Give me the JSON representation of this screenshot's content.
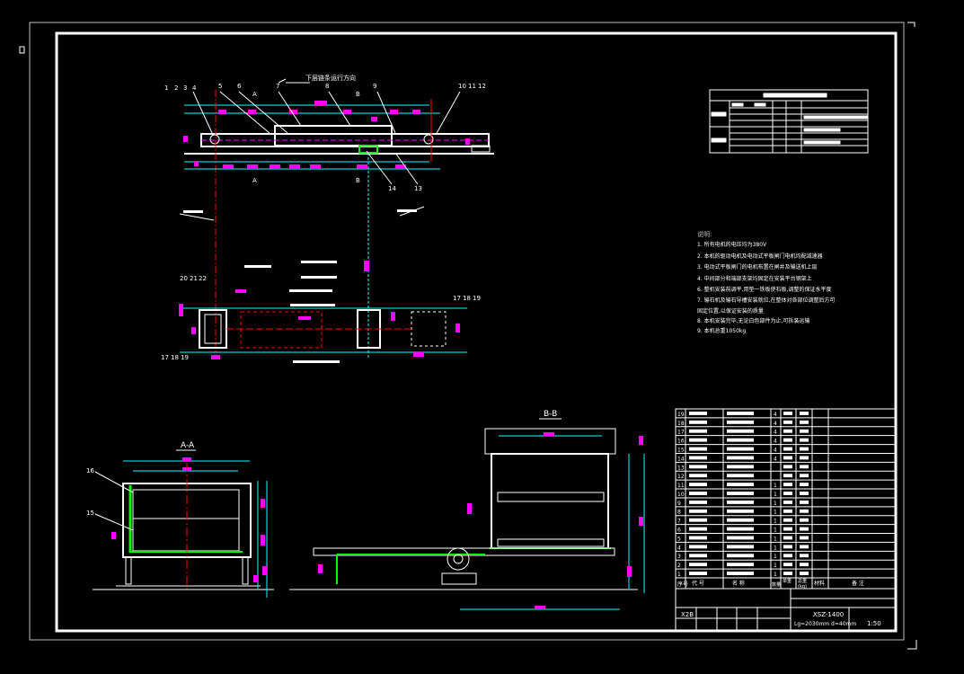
{
  "drawing": {
    "top_view": {
      "direction_note": "下层链条运行方向",
      "balloons": [
        "1",
        "2",
        "3",
        "4",
        "5",
        "6",
        "7",
        "8",
        "9",
        "10",
        "11",
        "12",
        "13",
        "14"
      ],
      "section_marks": [
        "A",
        "A",
        "B",
        "B"
      ]
    },
    "plan_view": {
      "balloons_left": [
        "20",
        "21",
        "22"
      ],
      "balloons_bottom_left": [
        "17",
        "18",
        "19"
      ],
      "balloons_right": [
        "17",
        "18",
        "19"
      ]
    },
    "section_aa": {
      "title": "A-A",
      "balloons": [
        "16",
        "15"
      ]
    },
    "section_bb": {
      "title": "B-B"
    },
    "notes": {
      "heading": "说明:",
      "items": [
        "1. 所有电机的电压均为380V",
        "2. 本机的驱动电机及电动式平板闸门电机均配减速器",
        "3. 电动式平板闸门的电机布置在闸井及输送机上层",
        "4. 中间部分和端部支架均固定在安装平台钢架上",
        "6. 整机安装前调平,用垫一铁板使石板,调整的保证水平度",
        "7. 输石机及输石导槽安装就位,在整体对各部位调整后方可",
        "   固定位置,以保证安装的质量",
        "8. 本机安装完毕,无论白色部件为止,可拆装运输",
        "9. 本机总重1050kg"
      ]
    },
    "parts_list": {
      "headers": [
        "序号",
        "代 号",
        "名 称",
        "数量",
        "单重",
        "总重",
        "材料",
        "备 注"
      ],
      "unit": "(kg)",
      "rows": [
        {
          "no": "19",
          "qty": "4"
        },
        {
          "no": "18",
          "qty": "4"
        },
        {
          "no": "17",
          "qty": "4"
        },
        {
          "no": "16",
          "qty": "4"
        },
        {
          "no": "15",
          "qty": "4"
        },
        {
          "no": "14",
          "qty": "4"
        },
        {
          "no": "13",
          "qty": ""
        },
        {
          "no": "12",
          "qty": ""
        },
        {
          "no": "11",
          "qty": "1"
        },
        {
          "no": "10",
          "qty": "1"
        },
        {
          "no": "9",
          "qty": "1"
        },
        {
          "no": "8",
          "qty": "1"
        },
        {
          "no": "7",
          "qty": "1"
        },
        {
          "no": "6",
          "qty": "1"
        },
        {
          "no": "5",
          "qty": "1"
        },
        {
          "no": "4",
          "qty": "1"
        },
        {
          "no": "3",
          "qty": "1"
        },
        {
          "no": "2",
          "qty": "1"
        },
        {
          "no": "1",
          "qty": "1"
        }
      ]
    },
    "title_block": {
      "model": "X2B",
      "name": "XSZ-1400",
      "spec": "Lg=2030mm  d=40mm",
      "scale": "1:50"
    }
  },
  "colors": {
    "background": "#000000",
    "frame": "#ffffff",
    "dimension": "#00ffff",
    "center": "#ff0000",
    "highlight": "#ff00ff",
    "part": "#00ff00"
  }
}
